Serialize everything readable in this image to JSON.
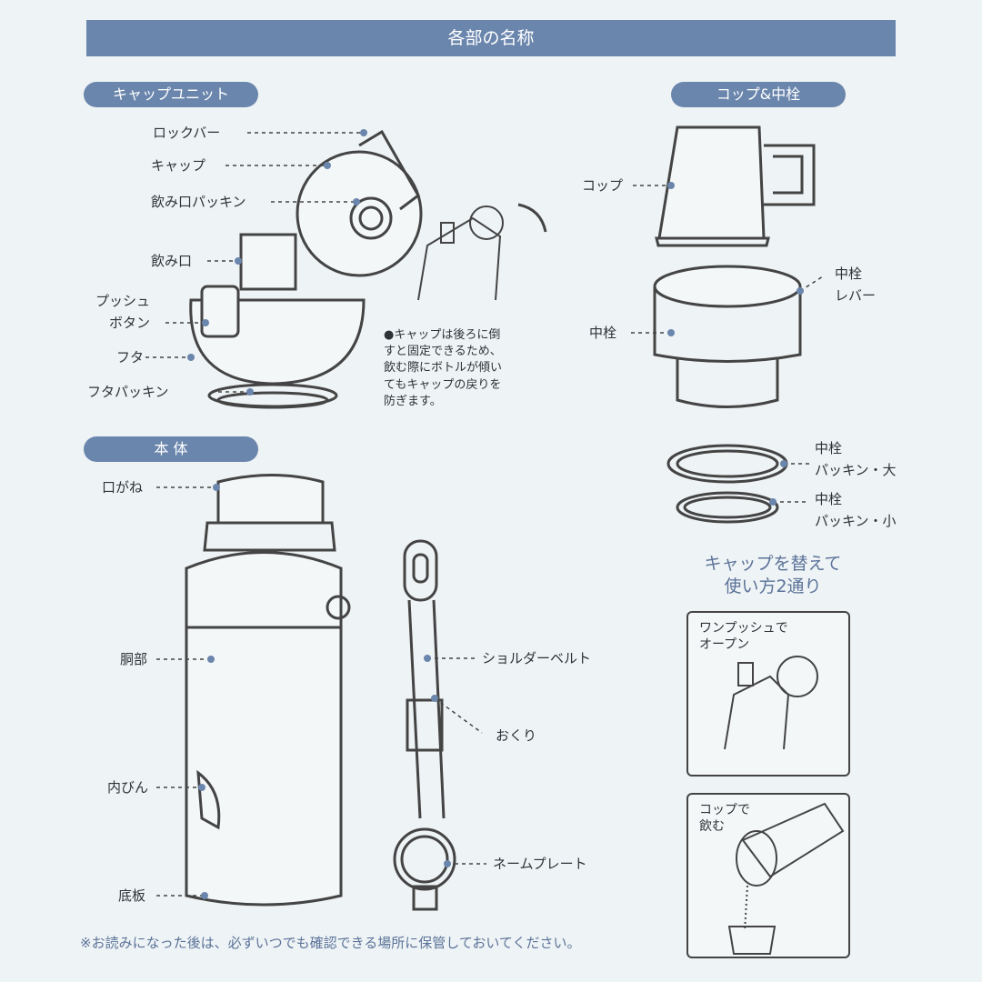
{
  "title": "各部の名称",
  "sections": {
    "cap_unit": "キャップユニット",
    "cup_plug": "コップ&中栓",
    "body": "本 体"
  },
  "cap_unit_labels": [
    "ロックバー",
    "キャップ",
    "飲み口パッキン",
    "飲み口",
    "プッシュ",
    "ボタン",
    "フタ",
    "フタパッキン"
  ],
  "cap_note": [
    "●キャップは後ろに倒",
    "すと固定できるため、",
    "飲む際にボトルが傾い",
    "てもキャップの戻りを",
    "防ぎます。"
  ],
  "cup_labels": [
    "コップ",
    "中栓",
    "中栓",
    "レバー",
    "中栓",
    "パッキン・大",
    "中栓",
    "パッキン・小"
  ],
  "body_labels": [
    "口がね",
    "胴部",
    "内びん",
    "底板",
    "ショルダーベルト",
    "おくり",
    "ネームプレート"
  ],
  "usage": {
    "title": [
      "キャップを替えて",
      "使い方2通り"
    ],
    "one_push": [
      "ワンプッシュで",
      "オープン"
    ],
    "cup": [
      "コップで",
      "飲む"
    ]
  },
  "footer": "※お読みになった後は、必ずいつでも確認できる場所に保管しておいてください。",
  "colors": {
    "accent": "#6b86ad",
    "line": "#444444",
    "background": "#eef3f5"
  }
}
